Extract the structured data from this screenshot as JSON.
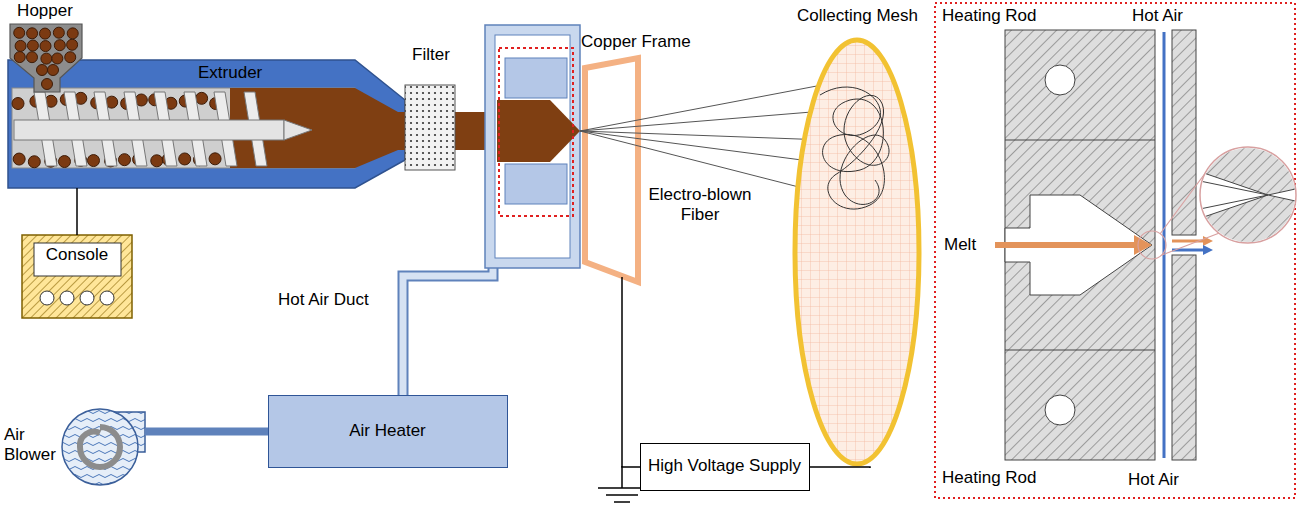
{
  "diagram": {
    "nodes": [
      {
        "text": [
          "Hopper"
        ]
      },
      {
        "text": [
          "Extruder"
        ]
      },
      {
        "text": [
          "Filter"
        ]
      },
      {
        "text": [
          "Copper Frame"
        ]
      },
      {
        "text": [
          "Collecting Mesh"
        ]
      },
      {
        "text": [
          "Console"
        ]
      },
      {
        "text": [
          "Air Blower"
        ]
      },
      {
        "text": [
          "Air Heater"
        ]
      },
      {
        "text": [
          "High Voltage Supply"
        ]
      }
    ],
    "edges": [
      {
        "from": 1,
        "to": 5,
        "arrow": "none"
      },
      {
        "from": 6,
        "to": 7,
        "arrow": "none"
      },
      {
        "from": 8,
        "to": 4,
        "arrow": "none"
      },
      {
        "from": 8,
        "to": 3,
        "arrow": "none"
      }
    ],
    "labels": [
      "Electro-blown Fiber",
      "Hot Air Duct",
      "Heating Rod",
      "Hot Air",
      "Melt",
      "Heating Rod",
      "Hot Air"
    ]
  }
}
